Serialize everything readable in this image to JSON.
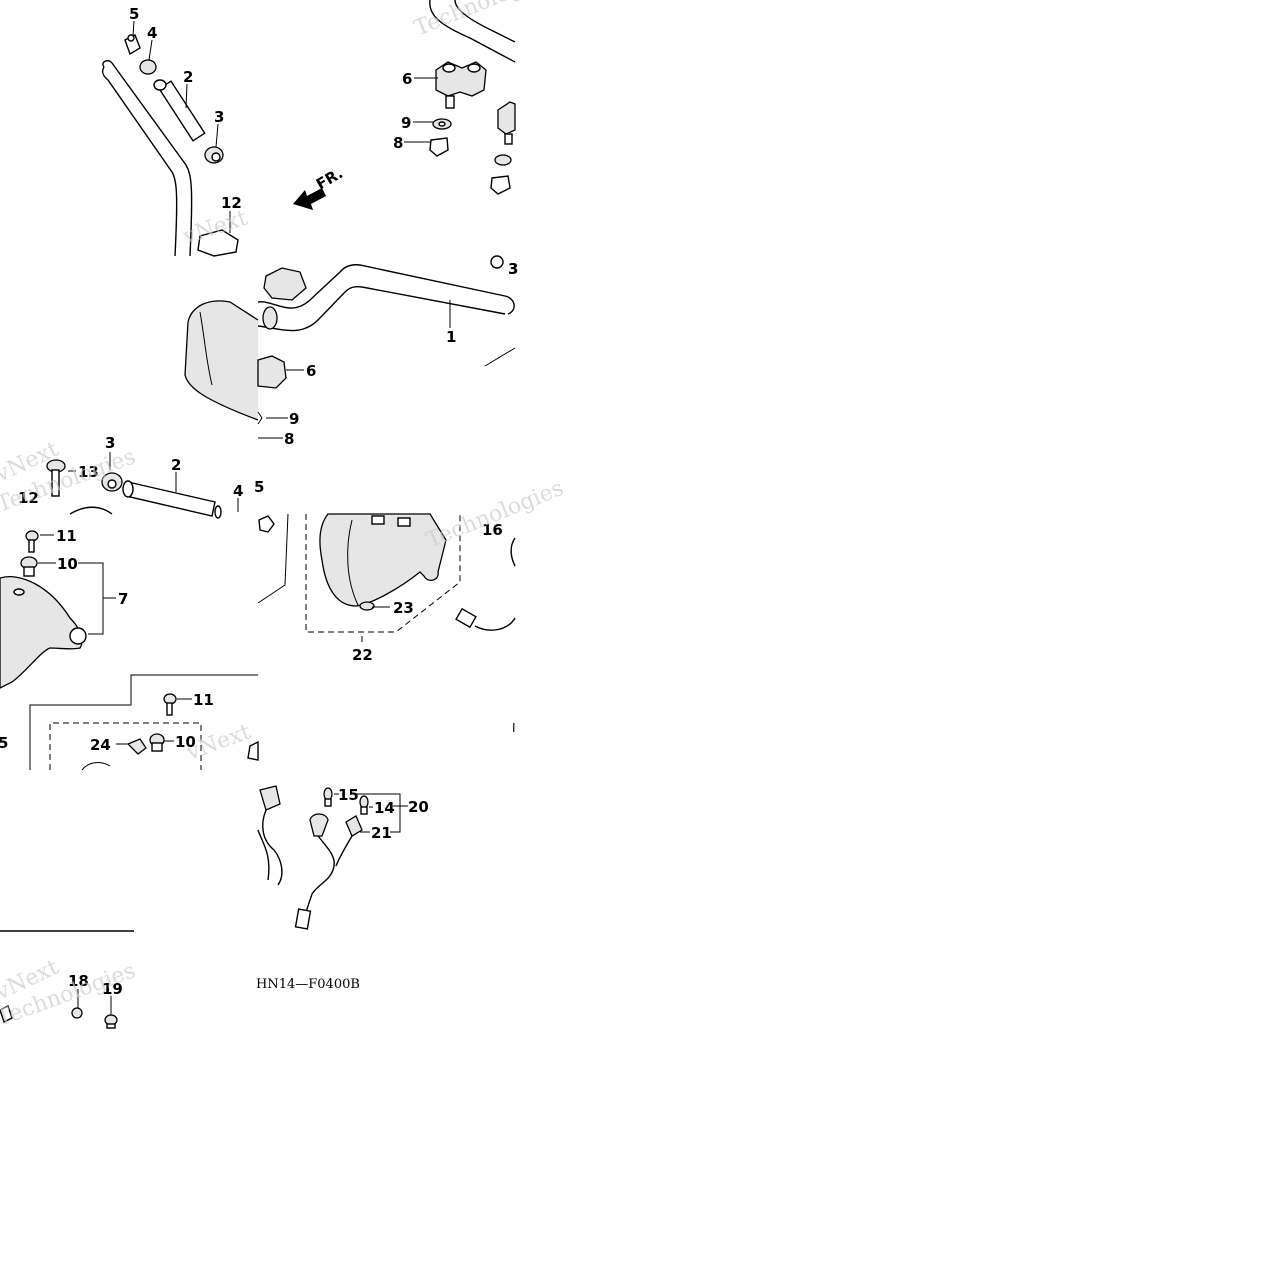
{
  "figure_code": "HN14—F0400B",
  "front_arrow_label": "FR.",
  "watermark": {
    "line1": "vNext",
    "line2": "Technologies"
  },
  "callouts": {
    "c5a": "5",
    "c4a": "4",
    "c2a": "2",
    "c3a": "3",
    "c12a": "12",
    "c6a": "6",
    "c9a": "9",
    "c8a": "8",
    "c1": "1",
    "c6b": "6",
    "c9b": "9",
    "c8b": "8",
    "c3b": "3",
    "c2b": "2",
    "c13": "13",
    "c4b": "4",
    "c12b": "12",
    "c11a": "11",
    "c10a": "10",
    "c7": "7",
    "c16": "16",
    "c23": "23",
    "c22": "22",
    "c11b": "11",
    "c24": "24",
    "c10b": "10",
    "c5b": "5",
    "c15": "15",
    "c14": "14",
    "c20": "20",
    "c21": "21",
    "c18": "18",
    "c19": "19"
  }
}
